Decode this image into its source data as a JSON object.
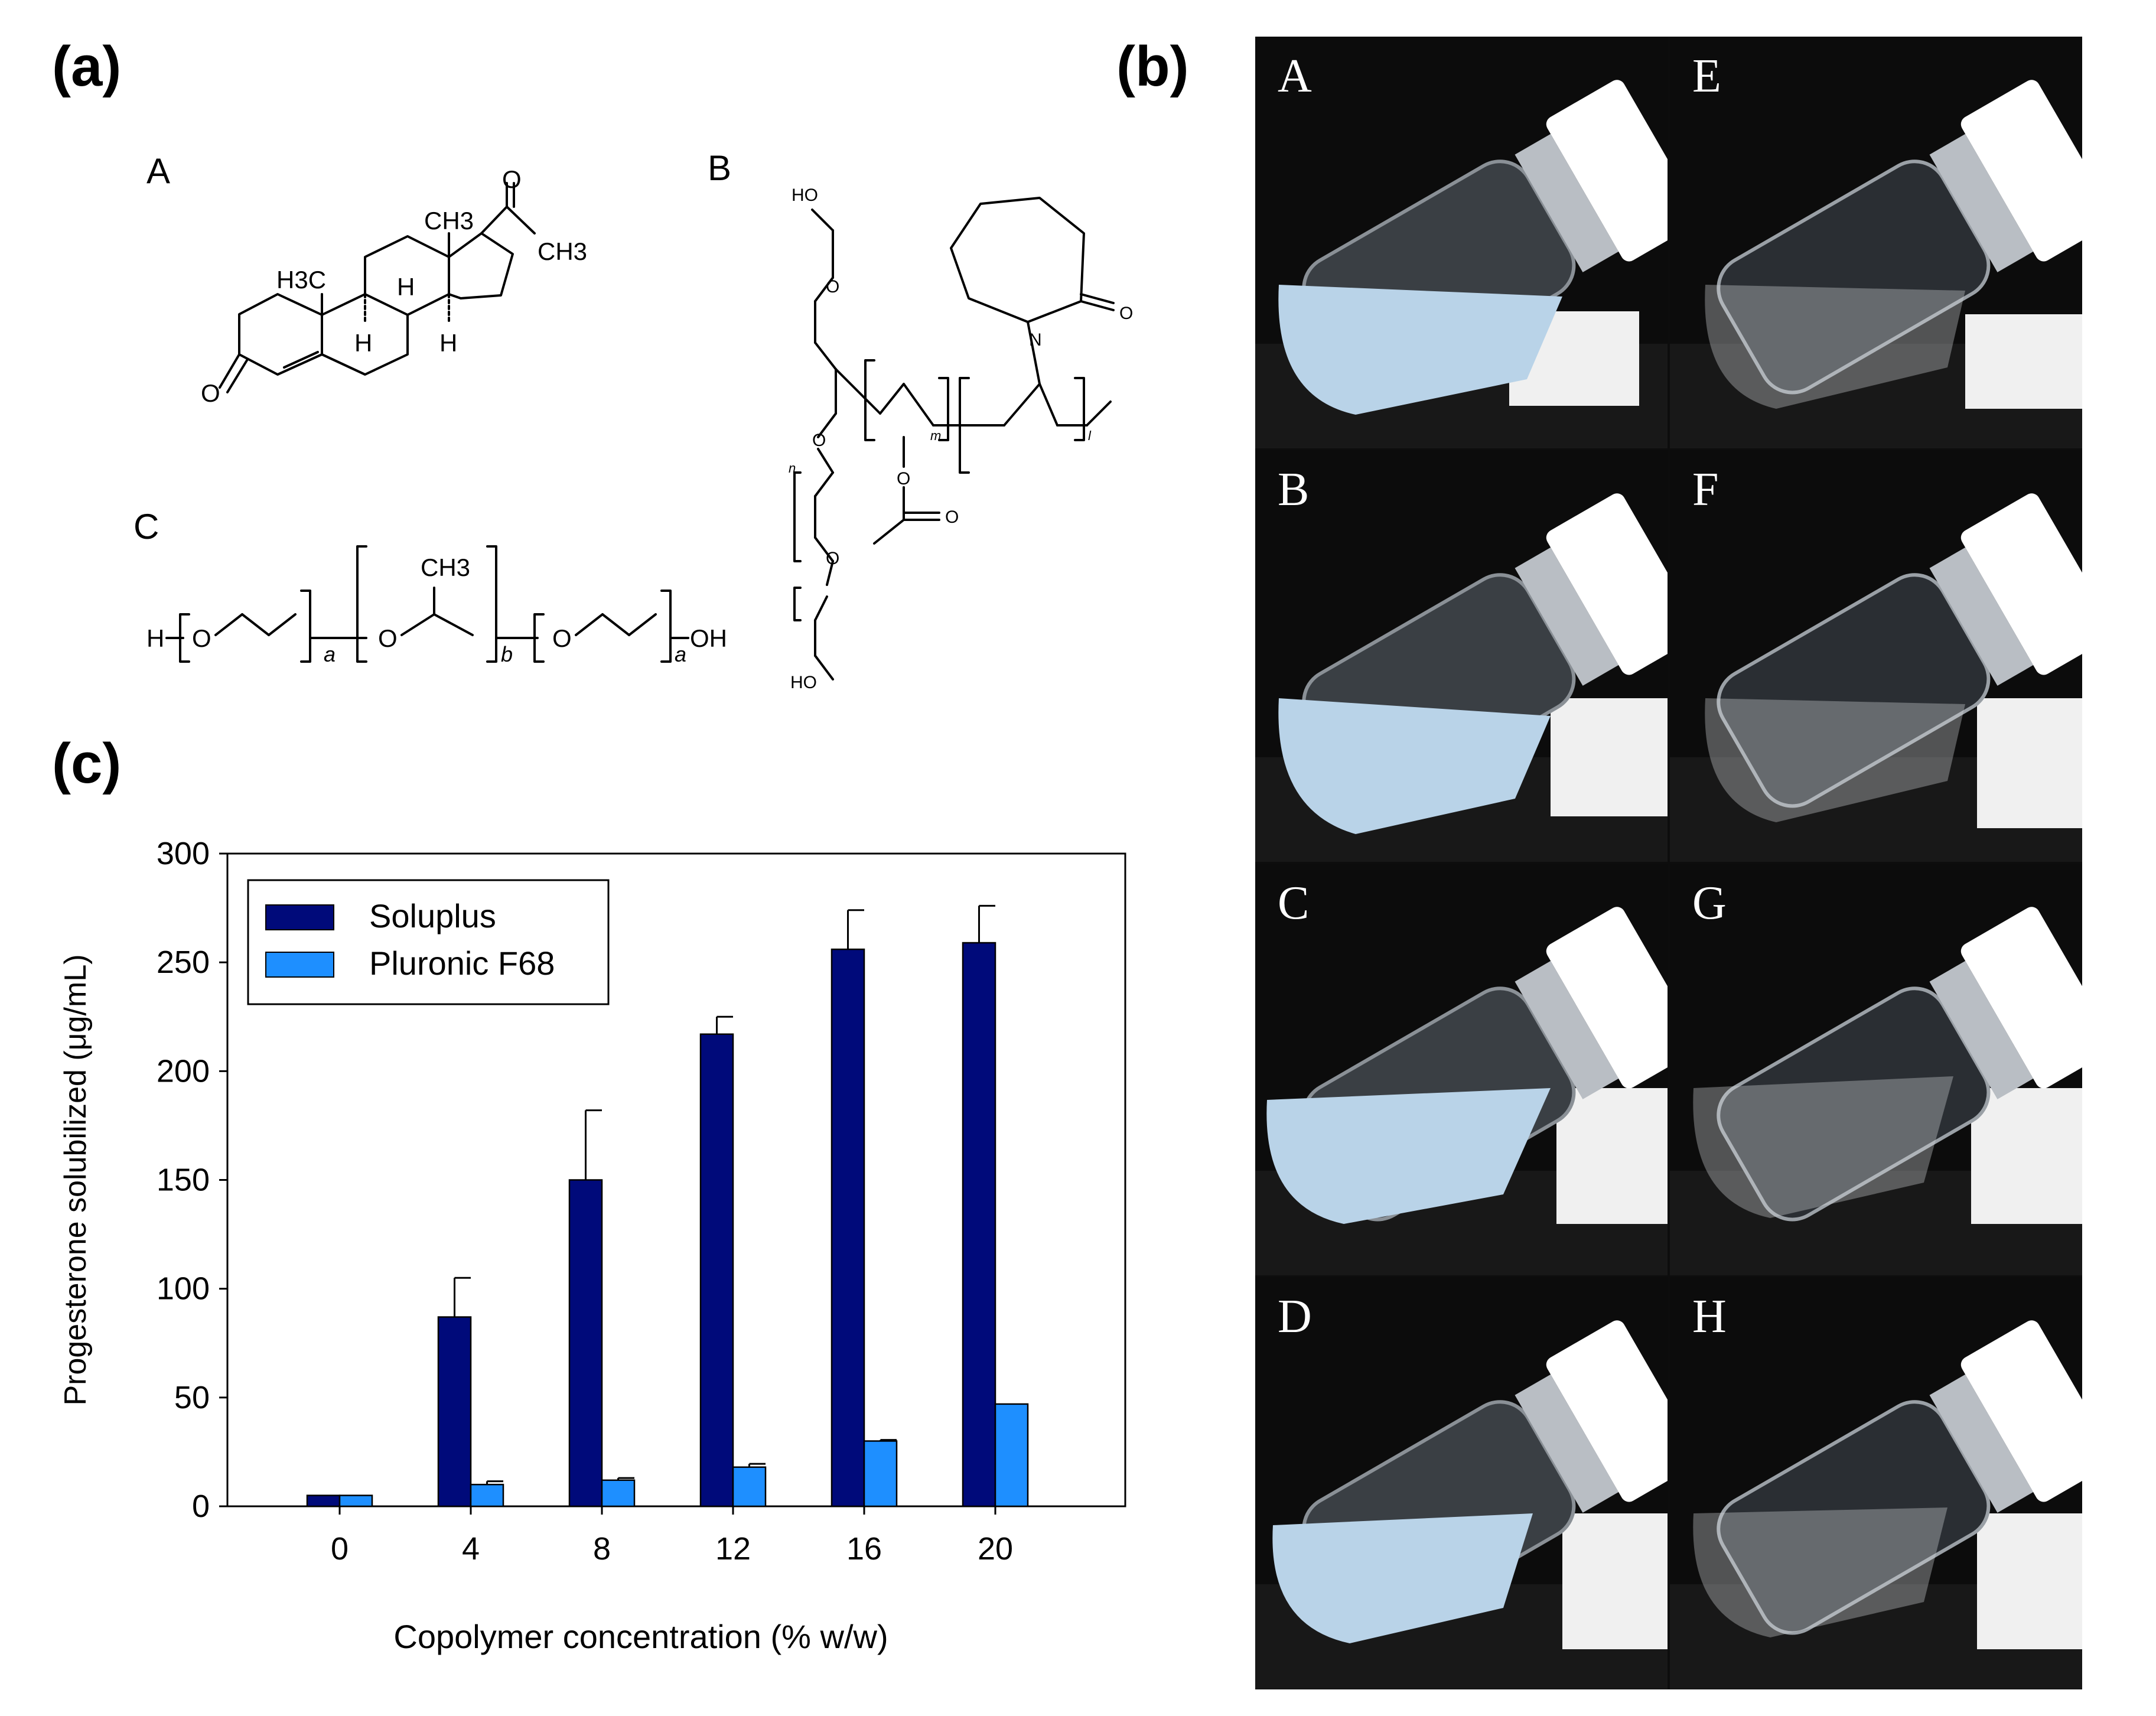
{
  "panels": {
    "a": "(a)",
    "b": "(b)",
    "c": "(c)"
  },
  "structures": {
    "A": {
      "label": "A",
      "atoms": {
        "o_ketone": "O",
        "ch3_acetyl": "CH3",
        "ch3_13": "CH3",
        "h3c_10": "H3C",
        "h_8": "H",
        "h_9": "H",
        "h_14": "H",
        "o_3": "O"
      }
    },
    "B": {
      "label": "B",
      "atoms": {
        "ho_top": "HO",
        "o_1": "O",
        "o_2": "O",
        "o_3": "O",
        "o_acetate_ester": "O",
        "o_acetate_carbonyl": "O",
        "n": "N",
        "o_lactam": "O",
        "ho_bottom": "HO"
      },
      "subscripts": {
        "n": "n",
        "m": "m",
        "l": "l"
      }
    },
    "C": {
      "label": "C",
      "atoms": {
        "h": "H",
        "o_1": "O",
        "o_2": "O",
        "o_3": "O",
        "ch3": "CH3",
        "oh": "OH"
      },
      "subscripts": {
        "a1": "a",
        "b": "b",
        "a2": "a"
      }
    }
  },
  "photos": {
    "letters": [
      "A",
      "E",
      "B",
      "F",
      "C",
      "G",
      "D",
      "H"
    ],
    "liquid_colors": {
      "turbid": "#b9d3e8",
      "clear": "#d8dadc"
    }
  },
  "chart_data": {
    "type": "bar",
    "xlabel": "Copolymer concentration (% w/w)",
    "ylabel": "Progesterone solubilized (μg/mL)",
    "categories": [
      "0",
      "4",
      "8",
      "12",
      "16",
      "20"
    ],
    "ylim": [
      0,
      300
    ],
    "yticks": [
      "0",
      "50",
      "100",
      "150",
      "200",
      "250",
      "300"
    ],
    "series": [
      {
        "name": "Soluplus",
        "color": "#000a7a",
        "values": [
          5,
          87,
          150,
          217,
          256,
          259
        ],
        "errors": [
          0,
          18,
          32,
          8,
          18,
          17
        ]
      },
      {
        "name": "Pluronic F68",
        "color": "#1e8fff",
        "values": [
          5,
          10,
          12,
          18,
          30,
          47
        ],
        "errors": [
          0,
          1.5,
          1,
          1.5,
          0.5,
          0
        ]
      }
    ],
    "legend_position": "top-left",
    "grid": false
  }
}
